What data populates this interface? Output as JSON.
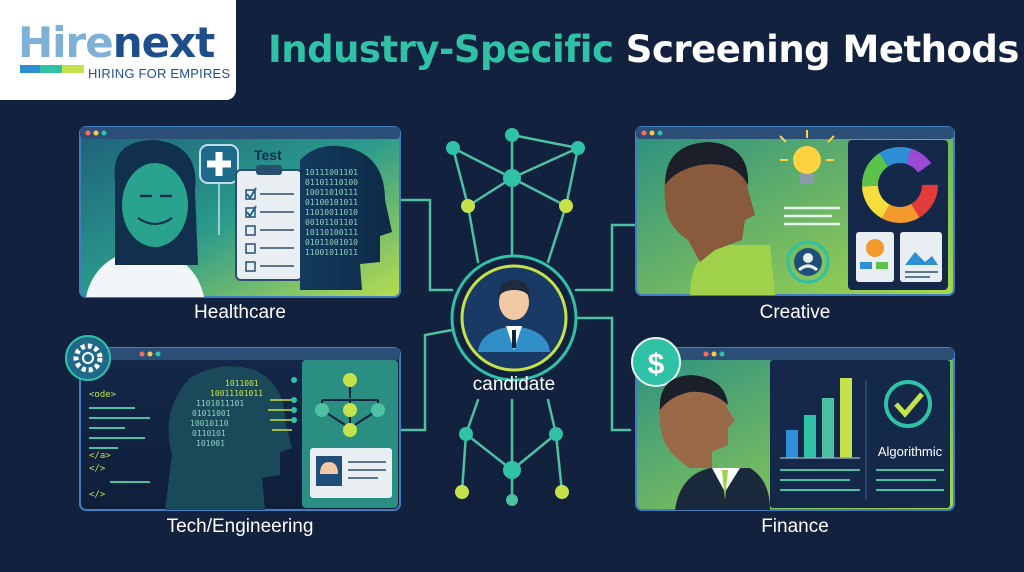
{
  "logo": {
    "word_a": "Hire",
    "word_b": "next",
    "tagline": "HIRING FOR EMPIRES"
  },
  "title": {
    "part_a": "Industry-Specific",
    "part_b": " Screening Methods"
  },
  "panels": {
    "healthcare": {
      "label": "Healthcare",
      "test_label": "Test"
    },
    "creative": {
      "label": "Creative"
    },
    "tech": {
      "label": "Tech/Engineering",
      "code_lines": [
        "<ode>",
        "</a>",
        "</>",
        "</>"
      ]
    },
    "finance": {
      "label": "Finance",
      "badge": "Algorithmic"
    }
  },
  "center": {
    "label": "candidate"
  },
  "colors": {
    "background": "#12213d",
    "accent_teal": "#2fc2a6",
    "accent_lime": "#c6e24a",
    "panel_border": "#3f7fbf"
  },
  "icons": [
    "plus-icon",
    "clipboard-icon",
    "lightbulb-icon",
    "color-wheel-icon",
    "user-icon",
    "gear-icon",
    "brain-icon",
    "dollar-icon",
    "checkmark-icon",
    "bar-chart-icon"
  ]
}
